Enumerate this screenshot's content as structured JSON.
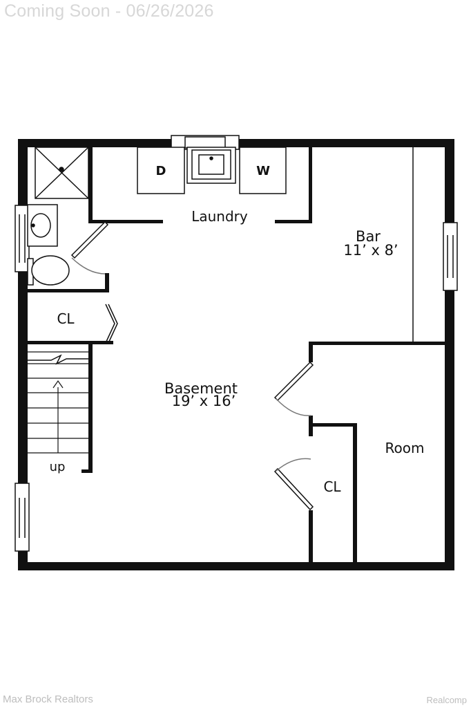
{
  "watermark": "Coming Soon - 06/26/2026",
  "footer": {
    "brokerage": "Max Brock Realtors",
    "source": "Realcomp"
  },
  "rooms": {
    "laundry": "Laundry",
    "bar_name": "Bar",
    "bar_dims": "11’ x 8’",
    "closet_left": "CL",
    "basement_name": "Basement",
    "basement_dims": "19’ x 16’",
    "stairs": "up",
    "room": "Room",
    "closet_right": "CL",
    "dryer": "D",
    "washer": "W"
  }
}
